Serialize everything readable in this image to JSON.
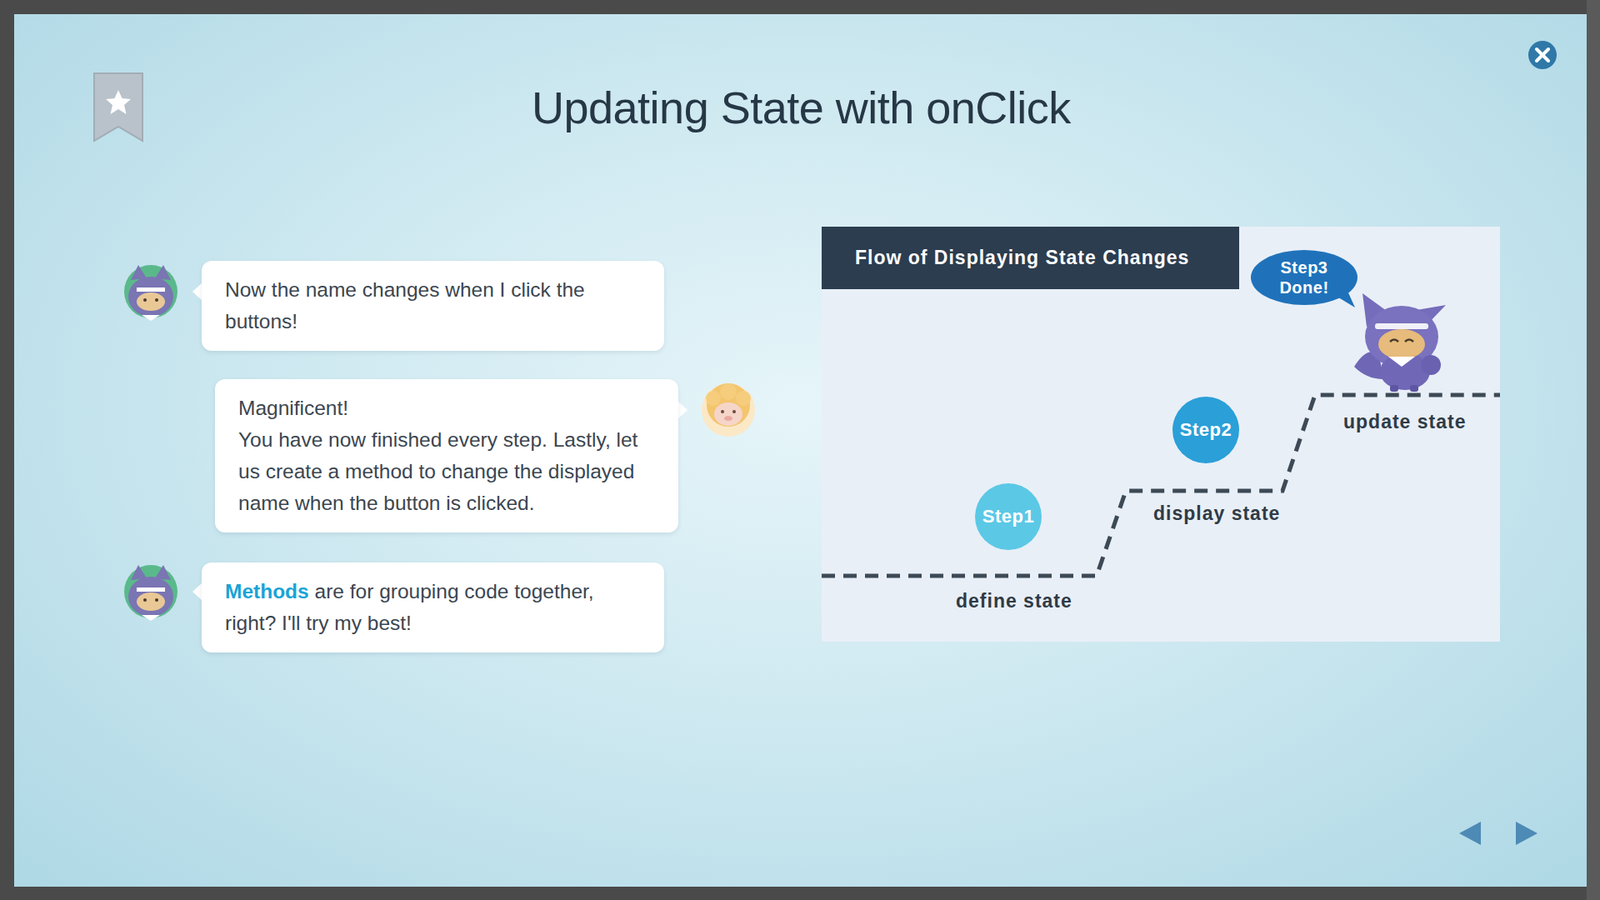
{
  "diagram": {
    "title": "Updating State with onClick",
    "nodes": [
      {
        "text": [
          "Now the name changes when I click the buttons!"
        ]
      },
      {
        "text": [
          "Magnificent!",
          "You have now finished every step. Lastly, let us create a method to change the displayed name when the button is clicked."
        ]
      },
      {
        "text": [
          "Methods",
          "are for grouping code together, right? I'll try my best!"
        ]
      },
      {
        "text": [
          "Flow of Displaying State Changes"
        ]
      },
      {
        "text": [
          "Step1"
        ]
      },
      {
        "text": [
          "Step2"
        ]
      },
      {
        "text": [
          "Step3 Done!"
        ]
      }
    ],
    "labels": [
      "define state",
      "display state",
      "update state"
    ]
  }
}
